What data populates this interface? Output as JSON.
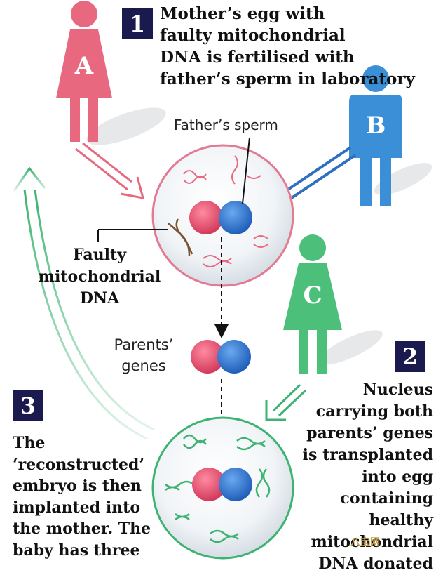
{
  "steps": [
    {
      "number": "1",
      "text": [
        "Mother’s egg with",
        "faulty mitochondrial",
        "DNA is fertilised with",
        "father’s sperm in laboratory"
      ]
    },
    {
      "number": "2",
      "text": [
        "Nucleus",
        "carrying both",
        "parents’ genes",
        "is transplanted",
        "into egg",
        "containing",
        "healthy",
        "mitochondrial",
        "DNA donated"
      ]
    },
    {
      "number": "3",
      "text": [
        "The",
        "‘reconstructed’",
        "embryo is then",
        "implanted into",
        "the mother. The",
        "baby has three"
      ]
    }
  ],
  "people": [
    {
      "letter": "A",
      "color": "#e8697f"
    },
    {
      "letter": "B",
      "color": "#3a8fd6"
    },
    {
      "letter": "C",
      "color": "#4cbf7a"
    }
  ],
  "labels": {
    "father_sperm": "Father’s sperm",
    "faulty_dna": [
      "Faulty",
      "mitochondrial",
      "DNA"
    ],
    "parents_genes": [
      "Parents’",
      "genes"
    ]
  },
  "watermark": "八宝网",
  "colors": {
    "pink": "#e8697f",
    "blue": "#2f6fc0",
    "green": "#3cb371",
    "navy": "#1a1a4e"
  }
}
